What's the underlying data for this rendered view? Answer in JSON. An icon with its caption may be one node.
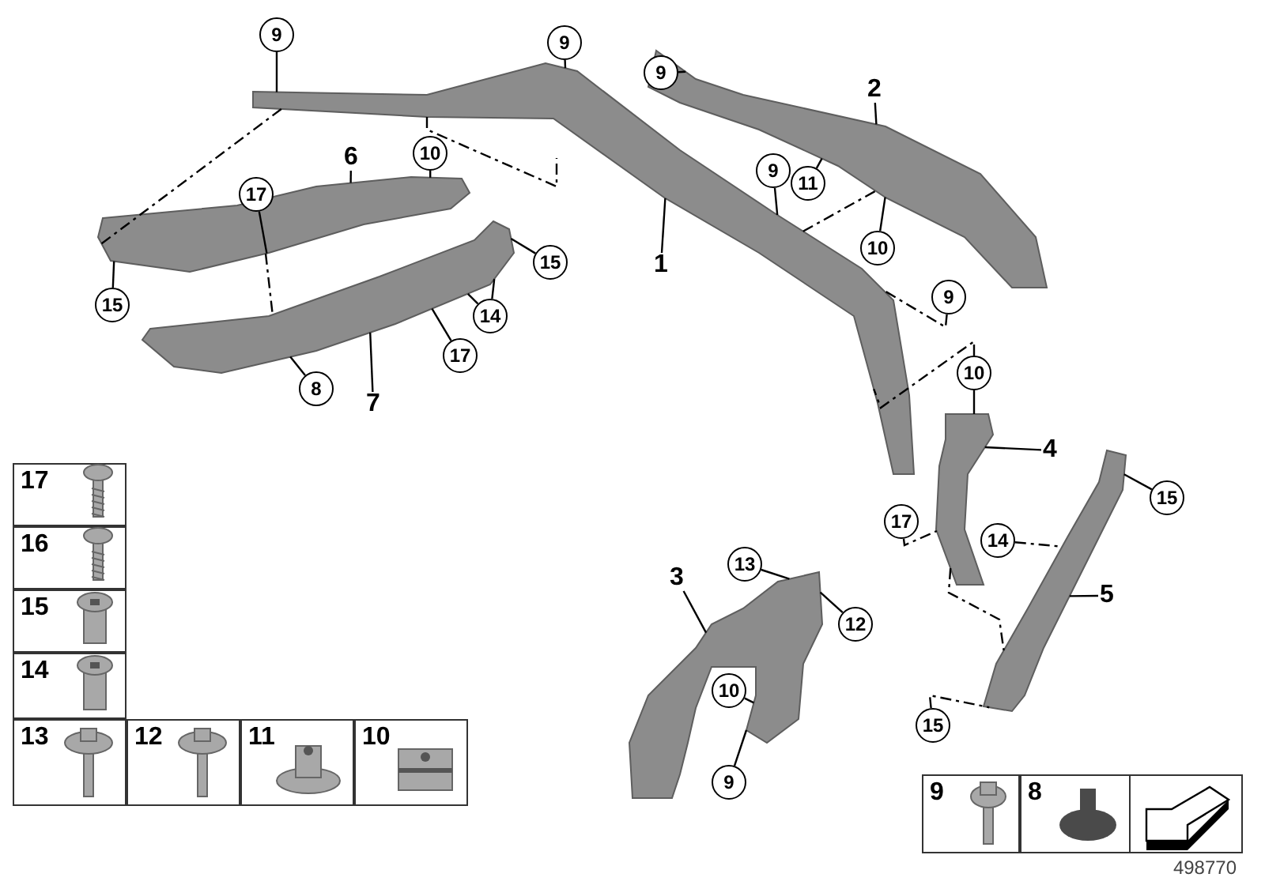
{
  "diagram": {
    "nodes": [
      {
        "text": [],
        "shape": "picture"
      },
      {
        "text": [],
        "shape": "picture"
      },
      {
        "text": [],
        "shape": "picture"
      },
      {
        "text": [],
        "shape": "picture"
      },
      {
        "text": [],
        "shape": "picture"
      },
      {
        "text": [],
        "shape": "picture"
      },
      {
        "text": [],
        "shape": "picture"
      },
      {
        "text": [
          "9"
        ]
      },
      {
        "text": [
          "9"
        ]
      },
      {
        "text": [
          "9"
        ]
      },
      {
        "text": [
          "2"
        ]
      },
      {
        "text": [
          "6"
        ]
      },
      {
        "text": [
          "10"
        ]
      },
      {
        "text": [
          "9"
        ]
      },
      {
        "text": [
          "11"
        ]
      },
      {
        "text": [
          "17"
        ]
      },
      {
        "text": [
          "1"
        ]
      },
      {
        "text": [
          "10"
        ]
      },
      {
        "text": [
          "15"
        ]
      },
      {
        "text": [
          "15"
        ]
      },
      {
        "text": [
          "14"
        ]
      },
      {
        "text": [
          "9"
        ]
      },
      {
        "text": [
          "8"
        ]
      },
      {
        "text": [
          "17"
        ]
      },
      {
        "text": [
          "7"
        ]
      },
      {
        "text": [
          "10"
        ]
      },
      {
        "text": [
          "4"
        ]
      },
      {
        "text": [
          "15"
        ]
      },
      {
        "text": [
          "17"
        ]
      },
      {
        "text": [
          "14"
        ]
      },
      {
        "text": [
          "13"
        ]
      },
      {
        "text": [
          "12"
        ]
      },
      {
        "text": [
          "3"
        ]
      },
      {
        "text": [
          "5"
        ]
      },
      {
        "text": [
          "10"
        ]
      },
      {
        "text": [
          "9"
        ]
      },
      {
        "text": [
          "15"
        ]
      }
    ],
    "edges": [
      {
        "from": 7,
        "to": 0,
        "arrow": "none"
      },
      {
        "from": 8,
        "to": 0,
        "arrow": "none"
      },
      {
        "from": 9,
        "to": 1,
        "arrow": "none"
      },
      {
        "from": 10,
        "to": 1,
        "arrow": "none"
      },
      {
        "from": 11,
        "to": 2,
        "arrow": "none"
      },
      {
        "from": 12,
        "to": 2,
        "arrow": "none"
      },
      {
        "from": 13,
        "to": 0,
        "arrow": "none"
      },
      {
        "from": 14,
        "to": 1,
        "arrow": "none"
      },
      {
        "from": 15,
        "to": 2,
        "arrow": "none"
      },
      {
        "from": 16,
        "to": 0,
        "arrow": "none"
      },
      {
        "from": 17,
        "to": 1,
        "arrow": "none"
      },
      {
        "from": 18,
        "to": 3,
        "arrow": "none"
      },
      {
        "from": 19,
        "to": 2,
        "arrow": "none"
      },
      {
        "from": 20,
        "to": 3,
        "arrow": "none"
      },
      {
        "from": 20,
        "to": 3,
        "arrow": "none"
      },
      {
        "from": 21,
        "to": 0,
        "arrow": "none",
        "style": "dashed"
      },
      {
        "from": 22,
        "to": 3,
        "arrow": "none"
      },
      {
        "from": 23,
        "to": 3,
        "arrow": "none"
      },
      {
        "from": 24,
        "to": 3,
        "arrow": "none"
      },
      {
        "from": 25,
        "to": 4,
        "arrow": "none"
      },
      {
        "from": 26,
        "to": 4,
        "arrow": "none"
      },
      {
        "from": 27,
        "to": 5,
        "arrow": "none"
      },
      {
        "from": 28,
        "to": 4,
        "arrow": "none",
        "style": "dashed"
      },
      {
        "from": 29,
        "to": 5,
        "arrow": "none",
        "style": "dashed"
      },
      {
        "from": 30,
        "to": 6,
        "arrow": "none"
      },
      {
        "from": 31,
        "to": 6,
        "arrow": "none"
      },
      {
        "from": 32,
        "to": 6,
        "arrow": "none"
      },
      {
        "from": 33,
        "to": 5,
        "arrow": "none"
      },
      {
        "from": 34,
        "to": 6,
        "arrow": "none"
      },
      {
        "from": 35,
        "to": 6,
        "arrow": "none"
      },
      {
        "from": 36,
        "to": 5,
        "arrow": "none",
        "style": "dashed"
      },
      {
        "from": 0,
        "to": 2,
        "arrow": "none",
        "style": "dashed"
      },
      {
        "from": 0,
        "to": null,
        "arrow": "none",
        "style": "dashed"
      },
      {
        "from": 2,
        "to": 3,
        "arrow": "none",
        "style": "dashed"
      },
      {
        "from": 0,
        "to": 1,
        "arrow": "none",
        "style": "dashed"
      },
      {
        "from": 25,
        "to": 0,
        "arrow": "none",
        "style": "dashed"
      },
      {
        "from": 4,
        "to": 5,
        "arrow": "none",
        "style": "dashed"
      }
    ],
    "labels": [
      "17",
      "16",
      "15",
      "14",
      "13",
      "12",
      "11",
      "10",
      "9",
      "8",
      "498770"
    ]
  }
}
